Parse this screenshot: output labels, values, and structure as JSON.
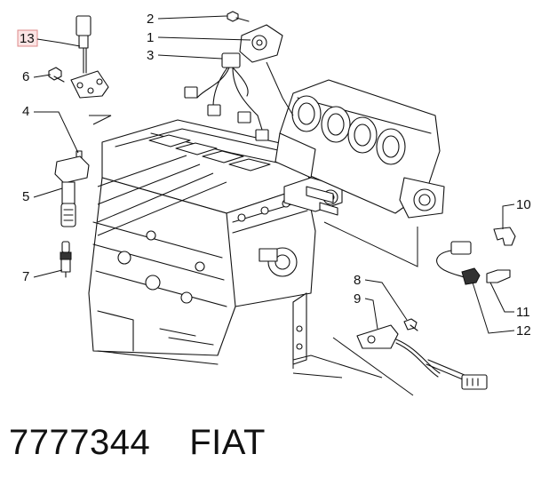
{
  "callouts": [
    {
      "id": "1",
      "label": "1"
    },
    {
      "id": "2",
      "label": "2"
    },
    {
      "id": "3",
      "label": "3"
    },
    {
      "id": "4",
      "label": "4"
    },
    {
      "id": "5",
      "label": "5"
    },
    {
      "id": "6",
      "label": "6"
    },
    {
      "id": "7",
      "label": "7"
    },
    {
      "id": "8",
      "label": "8"
    },
    {
      "id": "9",
      "label": "9"
    },
    {
      "id": "10",
      "label": "10"
    },
    {
      "id": "11",
      "label": "11"
    },
    {
      "id": "12",
      "label": "12"
    },
    {
      "id": "13",
      "label": "13",
      "highlighted": true
    }
  ],
  "footer": {
    "part_number": "7777344",
    "brand": "FIAT"
  },
  "colors": {
    "ink": "#111111",
    "highlight_fill": "#fbe4e4",
    "highlight_stroke": "#dd8888"
  }
}
